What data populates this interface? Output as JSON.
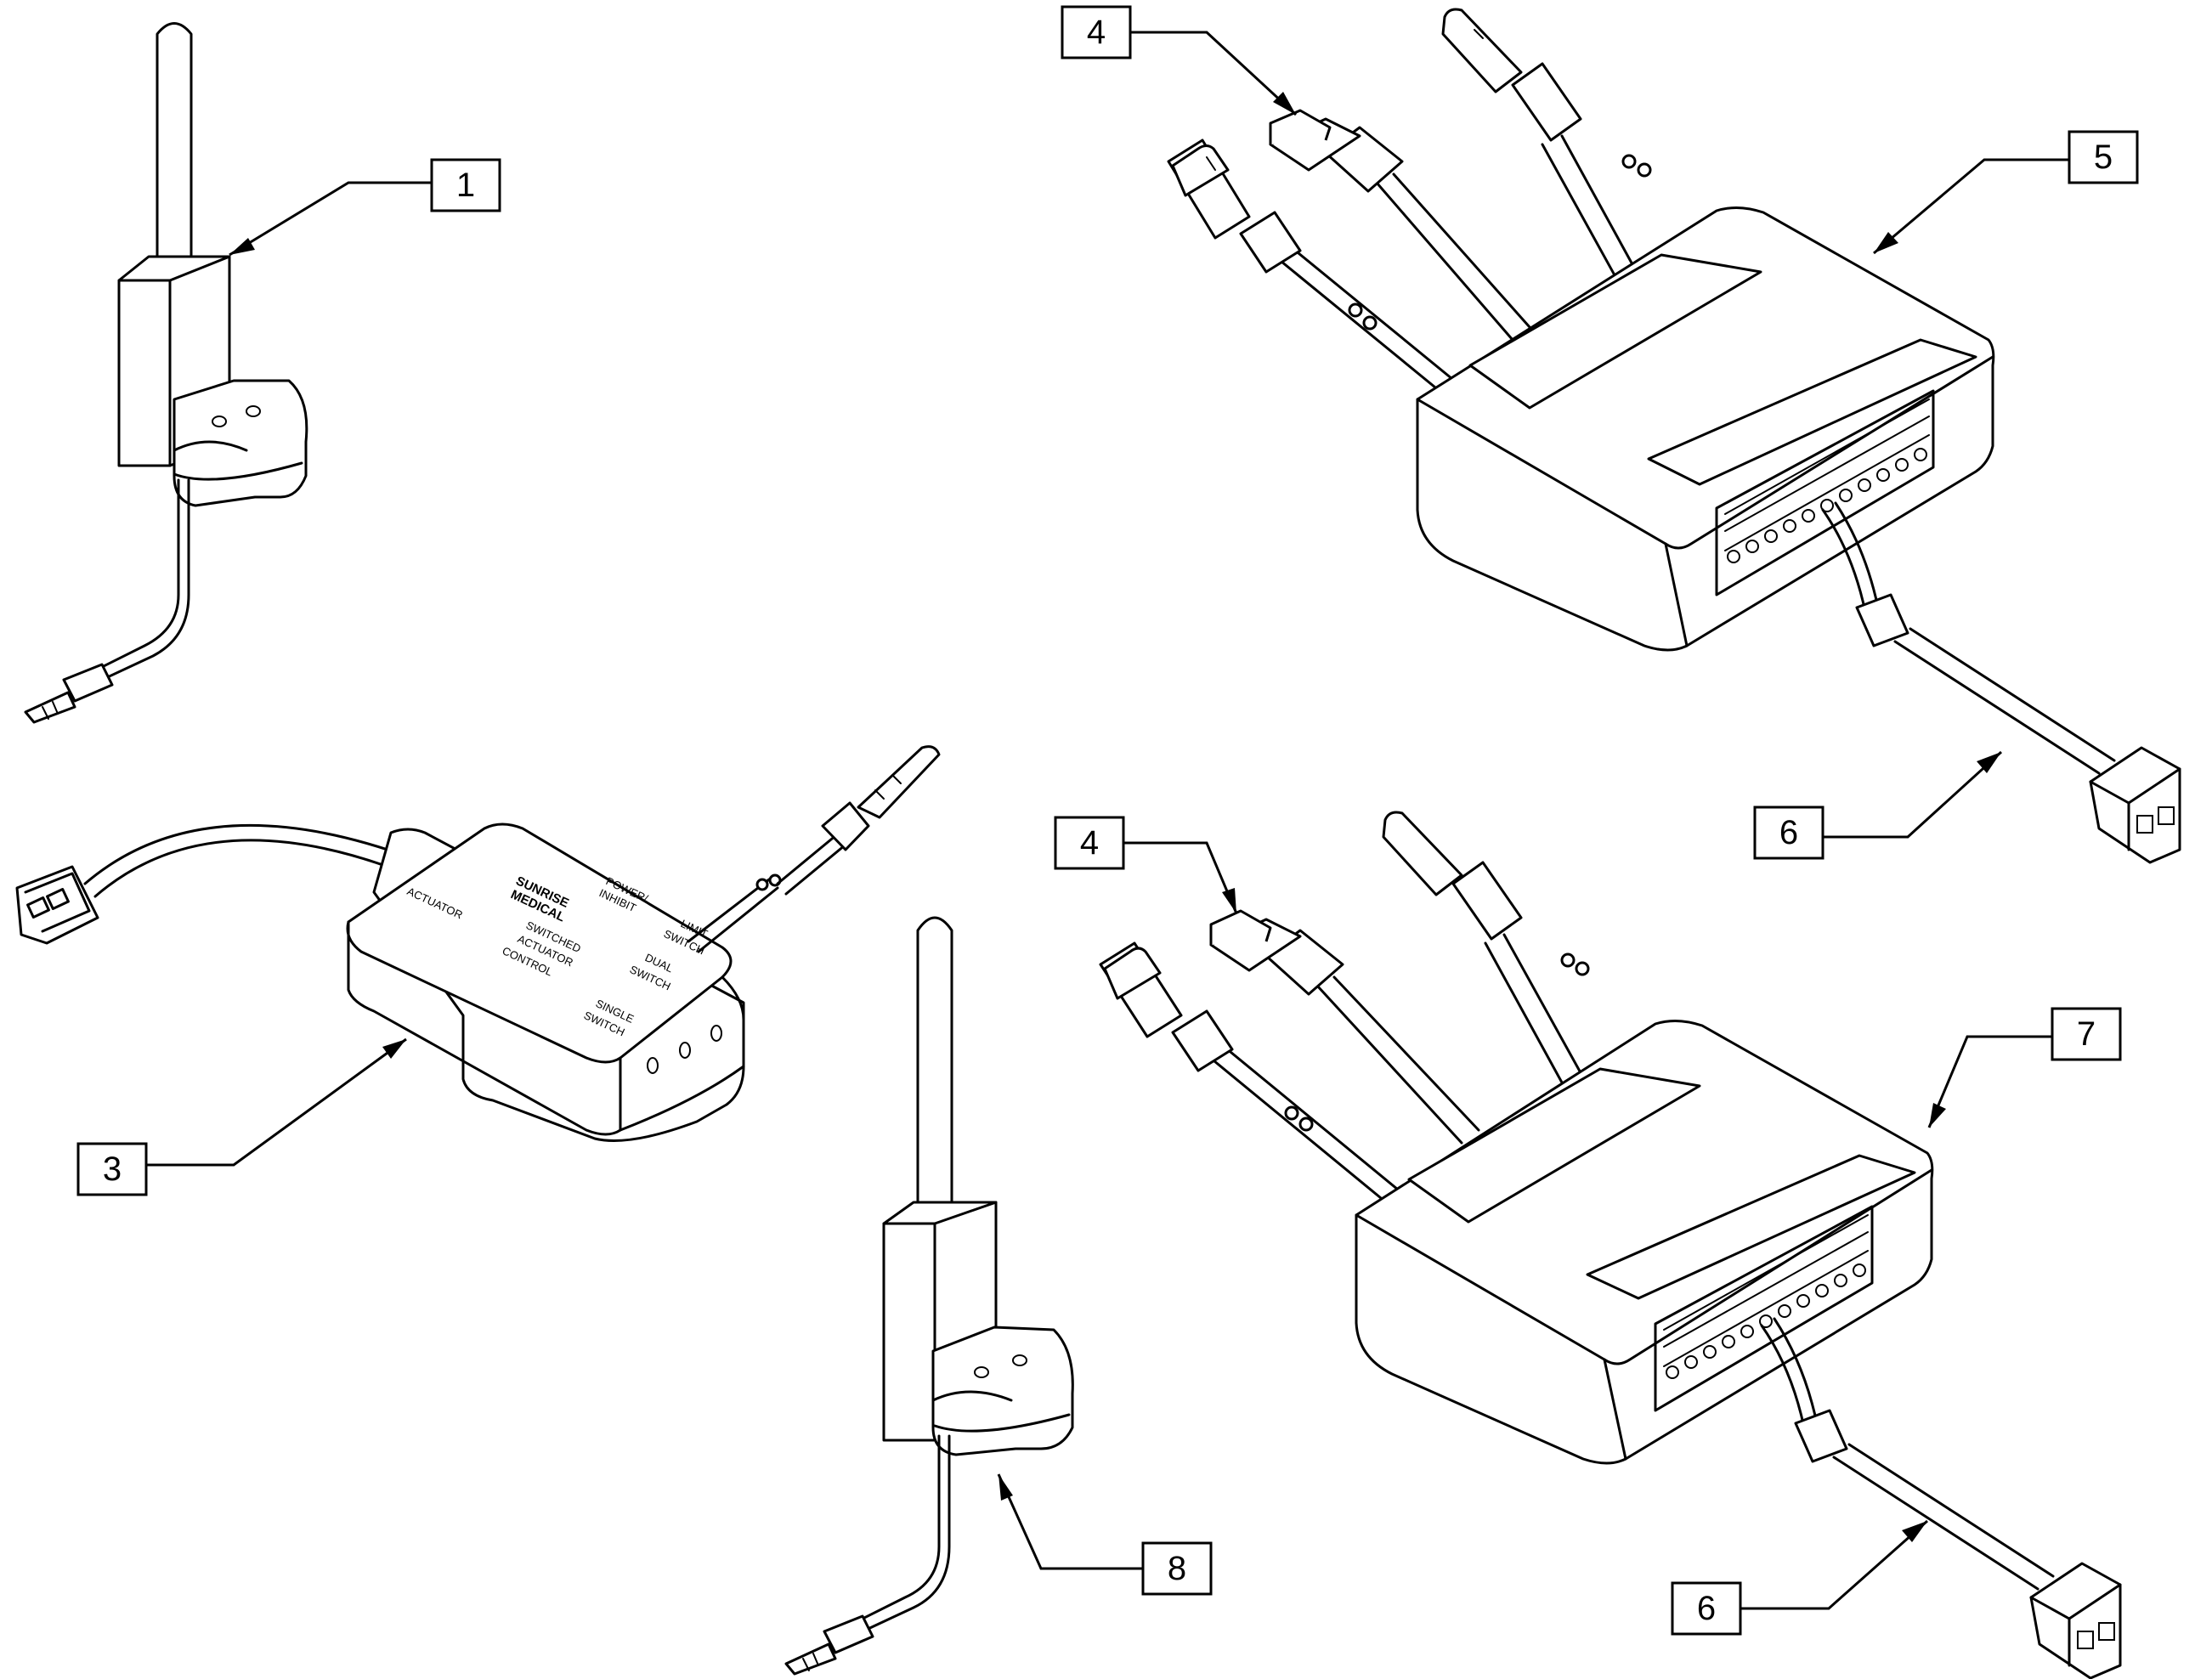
{
  "callouts": [
    {
      "id": "1",
      "label": "1"
    },
    {
      "id": "4a",
      "label": "4"
    },
    {
      "id": "5",
      "label": "5"
    },
    {
      "id": "6a",
      "label": "6"
    },
    {
      "id": "3",
      "label": "3"
    },
    {
      "id": "4b",
      "label": "4"
    },
    {
      "id": "7",
      "label": "7"
    },
    {
      "id": "8",
      "label": "8"
    },
    {
      "id": "6b",
      "label": "6"
    }
  ],
  "control_box_labels": {
    "brand_line1": "SUNRISE",
    "brand_line2": "MEDICAL",
    "actuator": "ACTUATOR",
    "power_inhibit_1": "POWER/",
    "power_inhibit_2": "INHIBIT",
    "switched_1": "SWITCHED",
    "switched_2": "ACTUATOR",
    "switched_3": "CONTROL",
    "limit_1": "LIMIT",
    "limit_2": "SWITCH",
    "dual_1": "DUAL",
    "dual_2": "SWITCH",
    "single_1": "SINGLE",
    "single_2": "SWITCH"
  }
}
